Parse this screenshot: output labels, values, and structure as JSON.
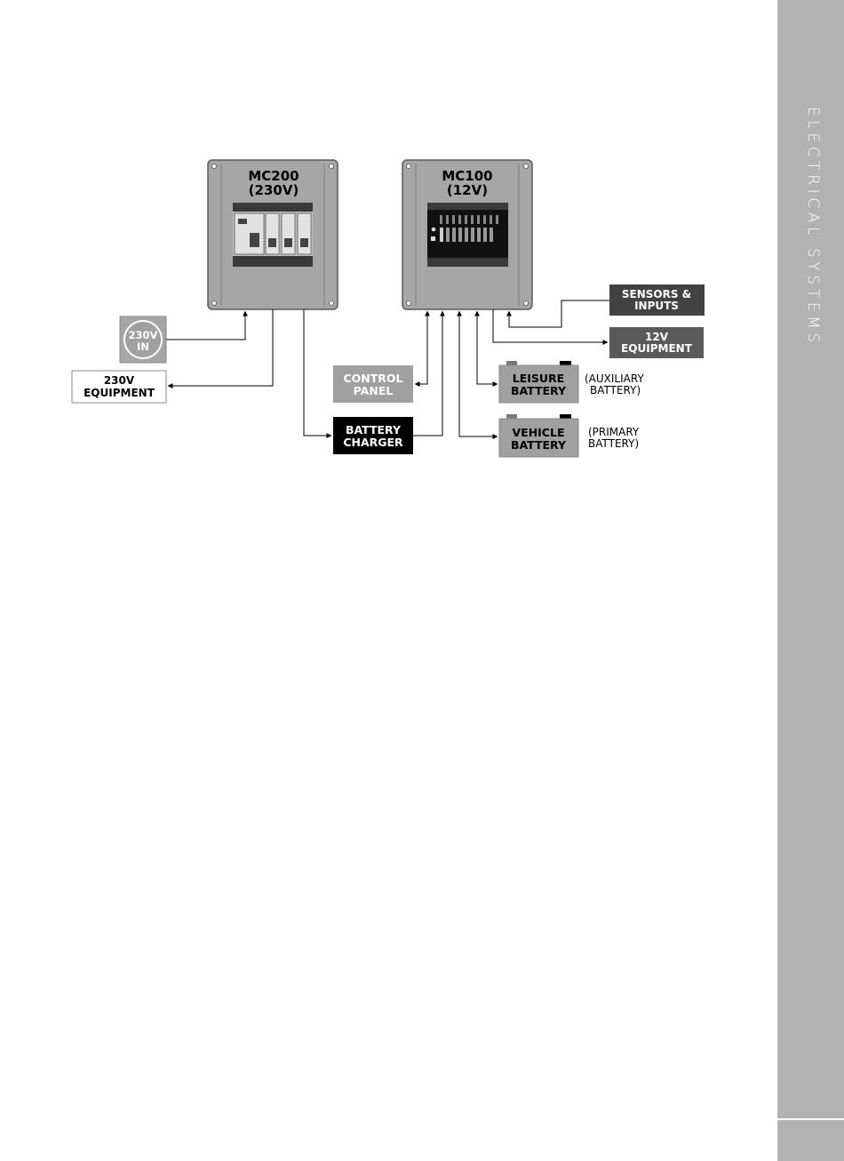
{
  "side_tab": {
    "title": "ELECTRICAL SYSTEMS"
  },
  "mc200": {
    "title": "MC200",
    "subtitle": "(230V)"
  },
  "mc100": {
    "title": "MC100",
    "subtitle": "(12V)"
  },
  "inputs": {
    "in230": {
      "line1": "230V",
      "line2": "IN"
    },
    "equip230": {
      "line1": "230V",
      "line2": "EQUIPMENT"
    },
    "control_panel": {
      "line1": "CONTROL",
      "line2": "PANEL"
    },
    "battery_charger": {
      "line1": "BATTERY",
      "line2": "CHARGER"
    },
    "sensors": {
      "line1": "SENSORS &",
      "line2": "INPUTS"
    },
    "equip12": {
      "line1": "12V",
      "line2": "EQUIPMENT"
    },
    "leisure": {
      "line1": "LEISURE",
      "line2": "BATTERY",
      "note1": "(AUXILIARY",
      "note2": "BATTERY)"
    },
    "vehicle": {
      "line1": "VEHICLE",
      "line2": "BATTERY",
      "note1": "(PRIMARY",
      "note2": "BATTERY)"
    }
  },
  "colors": {
    "panel_fill": "#a6a6a6",
    "panel_stroke": "#5a5a5a",
    "dark_box": "#424242",
    "black_box": "#000000",
    "light_box": "#a0a0a0",
    "side_tab": "#b2b2b2"
  }
}
